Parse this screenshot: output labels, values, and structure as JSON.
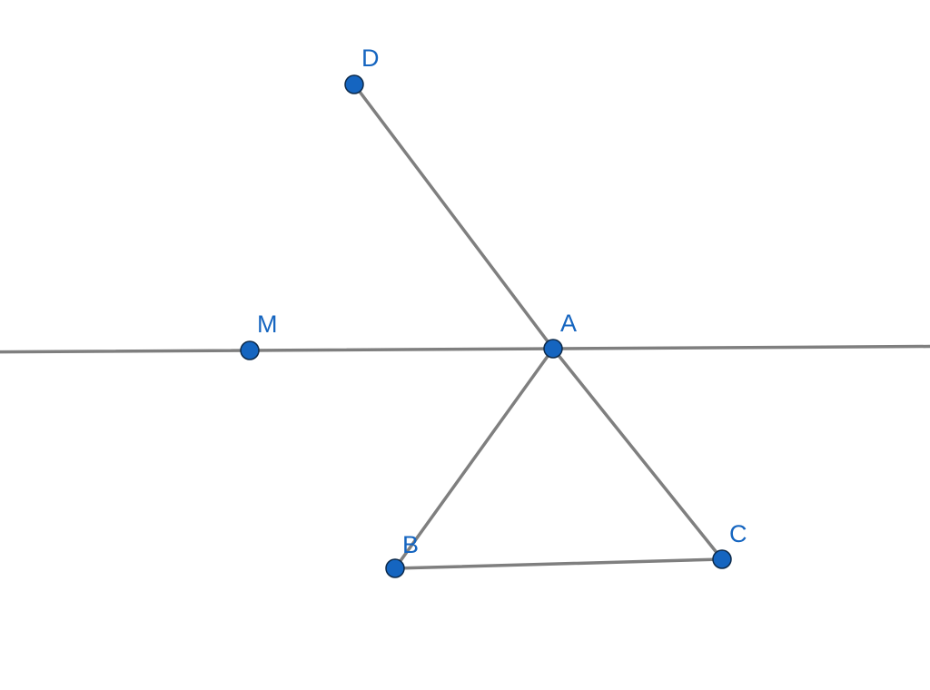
{
  "diagram": {
    "point_color": "#1565c0",
    "line_color": "#7f7f7f",
    "points": [
      {
        "id": "D",
        "label": "D"
      },
      {
        "id": "M",
        "label": "M"
      },
      {
        "id": "A",
        "label": "A"
      },
      {
        "id": "B",
        "label": "B"
      },
      {
        "id": "C",
        "label": "C"
      }
    ],
    "segments": [
      {
        "from": "D",
        "to": "A"
      },
      {
        "from": "A",
        "to": "C"
      },
      {
        "from": "A",
        "to": "B"
      },
      {
        "from": "B",
        "to": "C"
      }
    ],
    "lines": [
      {
        "through": [
          "M",
          "A"
        ]
      }
    ]
  }
}
